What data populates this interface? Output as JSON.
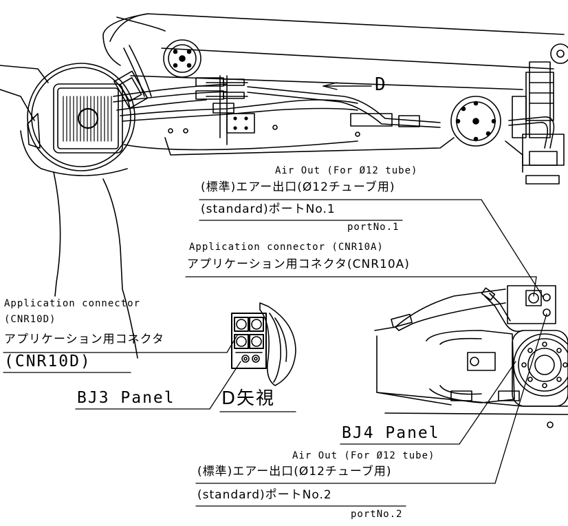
{
  "labels": {
    "air_out_1_en": "Air Out (For Ø12 tube)",
    "air_out_1_jp": "(標準)エアー出口(Ø12チューブ用)",
    "port1_jp": "(standard)ポートNo.1",
    "port1_en": "portNo.1",
    "app_conn_a_en": "Application connector (CNR10A)",
    "app_conn_a_jp": "アプリケーション用コネクタ(CNR10A)",
    "app_conn_d_en_1": "Application connector",
    "app_conn_d_en_2": "(CNR10D)",
    "app_conn_d_jp": "アプリケーション用コネクタ",
    "app_conn_d_code": "(CNR10D)",
    "bj3_panel": "BJ3 Panel",
    "view_d": "D矢視",
    "bj4_panel": "BJ4 Panel",
    "air_out_2_en": "Air Out (For Ø12 tube)",
    "air_out_2_jp": "(標準)エアー出口(Ø12チューブ用)",
    "port2_jp": "(standard)ポートNo.2",
    "port2_en": "portNo.2",
    "arrow_d": "D"
  }
}
